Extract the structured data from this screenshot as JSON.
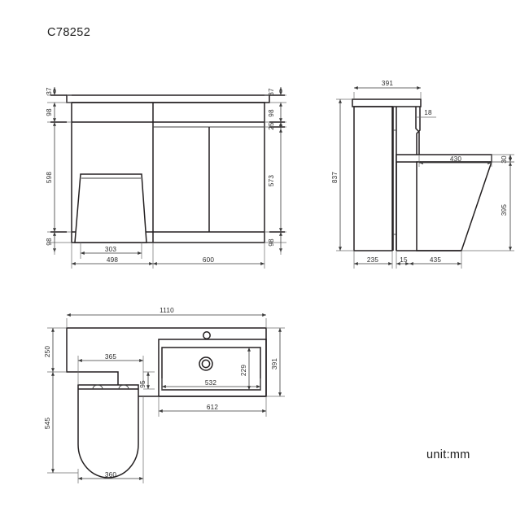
{
  "title": "C78252",
  "unit_note": "unit:mm",
  "colors": {
    "line": "#231f20",
    "thin": "#555555",
    "dim": "#3a3a3a",
    "bg": "#ffffff"
  },
  "views": {
    "front": {
      "name": "front-elevation",
      "dimensions": {
        "left_top_gap": "37",
        "left_upper": "98",
        "left_middle": "598",
        "left_lower": "98",
        "right_top_gap": "37",
        "right_upper": "98",
        "right_small": "25",
        "right_middle": "573",
        "right_lower": "98",
        "bottom_toilet": "303",
        "bottom_left_span": "498",
        "bottom_right_span": "600"
      }
    },
    "side": {
      "name": "side-elevation",
      "dimensions": {
        "top_depth": "391",
        "panel_thickness": "18",
        "seat_length": "430",
        "seat_thickness": "30",
        "total_height": "837",
        "pan_height": "395",
        "base_cabinet": "235",
        "base_gap": "15",
        "base_pan": "435"
      }
    },
    "plan": {
      "name": "plan-view",
      "dimensions": {
        "overall_width": "1110",
        "top_depth": "250",
        "toilet_offset": "365",
        "toilet_step": "95",
        "lower_depth": "545",
        "toilet_width": "360",
        "basin_inner_width": "532",
        "basin_inner_depth": "229",
        "basin_outer_width": "612",
        "basin_outer_depth": "391"
      }
    }
  }
}
